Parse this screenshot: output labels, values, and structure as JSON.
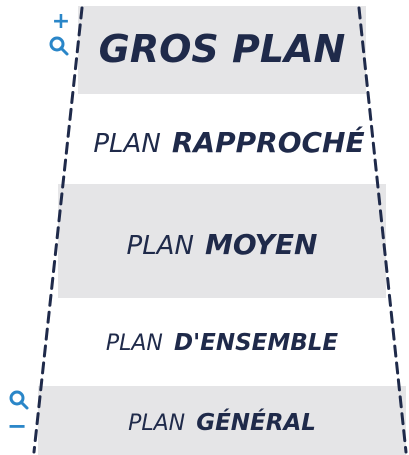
{
  "colors": {
    "ink": "#1f2a4a",
    "band": "#e5e5e7",
    "zoom_icon": "#2a86c8",
    "background": "#ffffff"
  },
  "zoom_in": {
    "icon": "zoom-in-magnifier-icon",
    "sign": "+"
  },
  "zoom_out": {
    "icon": "zoom-out-magnifier-icon",
    "sign": "−"
  },
  "levels": [
    {
      "light": "",
      "bold": "GROS PLAN"
    },
    {
      "light": "PLAN",
      "bold": "RAPPROCHÉ"
    },
    {
      "light": "PLAN",
      "bold": "MOYEN"
    },
    {
      "light": "PLAN",
      "bold": "D'ENSEMBLE"
    },
    {
      "light": "PLAN",
      "bold": "GÉNÉRAL"
    }
  ]
}
